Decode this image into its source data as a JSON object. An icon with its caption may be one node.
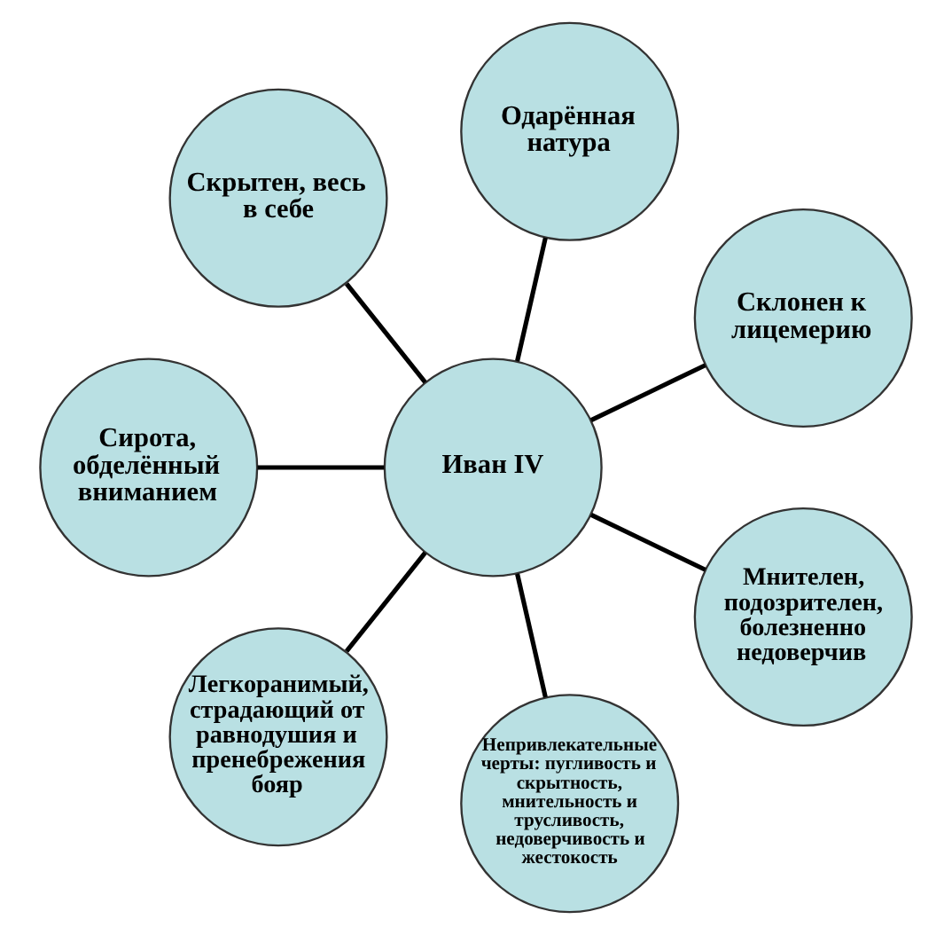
{
  "diagram": {
    "nodes": [
      {
        "text": [
          "Иван IV"
        ]
      },
      {
        "text": [
          "Одарённая натура"
        ]
      },
      {
        "text": [
          "Склонен к лицемерию"
        ]
      },
      {
        "text": [
          "Мнителен, подозрителен, болезненно недоверчив"
        ]
      },
      {
        "text": [
          "Непривлекательные черты: пугливость и скрытность, мнительность и трусливость, недоверчивость и жестокость"
        ]
      },
      {
        "text": [
          "Легкоранимый, страдающий от равнодушия и пренебрежения бояр"
        ]
      },
      {
        "text": [
          "Сирота, обделённый вниманием"
        ]
      },
      {
        "text": [
          "Скрытен, весь в себе"
        ]
      }
    ],
    "edges": [
      {
        "from": 0,
        "to": 1,
        "arrow": "none"
      },
      {
        "from": 0,
        "to": 2,
        "arrow": "none"
      },
      {
        "from": 0,
        "to": 3,
        "arrow": "none"
      },
      {
        "from": 0,
        "to": 4,
        "arrow": "none"
      },
      {
        "from": 0,
        "to": 5,
        "arrow": "none"
      },
      {
        "from": 0,
        "to": 6,
        "arrow": "none"
      },
      {
        "from": 0,
        "to": 7,
        "arrow": "none"
      }
    ]
  }
}
